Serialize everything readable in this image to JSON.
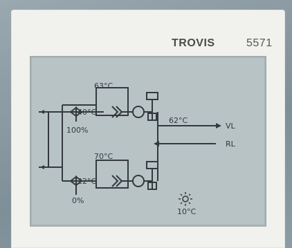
{
  "header": {
    "brand": "TROVIS",
    "model": "5571"
  },
  "display": {
    "temp_upper_supply": "63°C",
    "temp_upper_return": "40°C",
    "valve_upper_position": "100%",
    "temp_flow": "62°C",
    "label_vl": "VL",
    "label_rl": "RL",
    "temp_lower_supply": "70°C",
    "temp_lower_return": "22°C",
    "valve_lower_position": "0%",
    "outside_temp": "10°C",
    "weather_icon": "sun-icon"
  },
  "colors": {
    "lcd_background": "#b8c3c6",
    "lcd_foreground": "#33393d"
  }
}
